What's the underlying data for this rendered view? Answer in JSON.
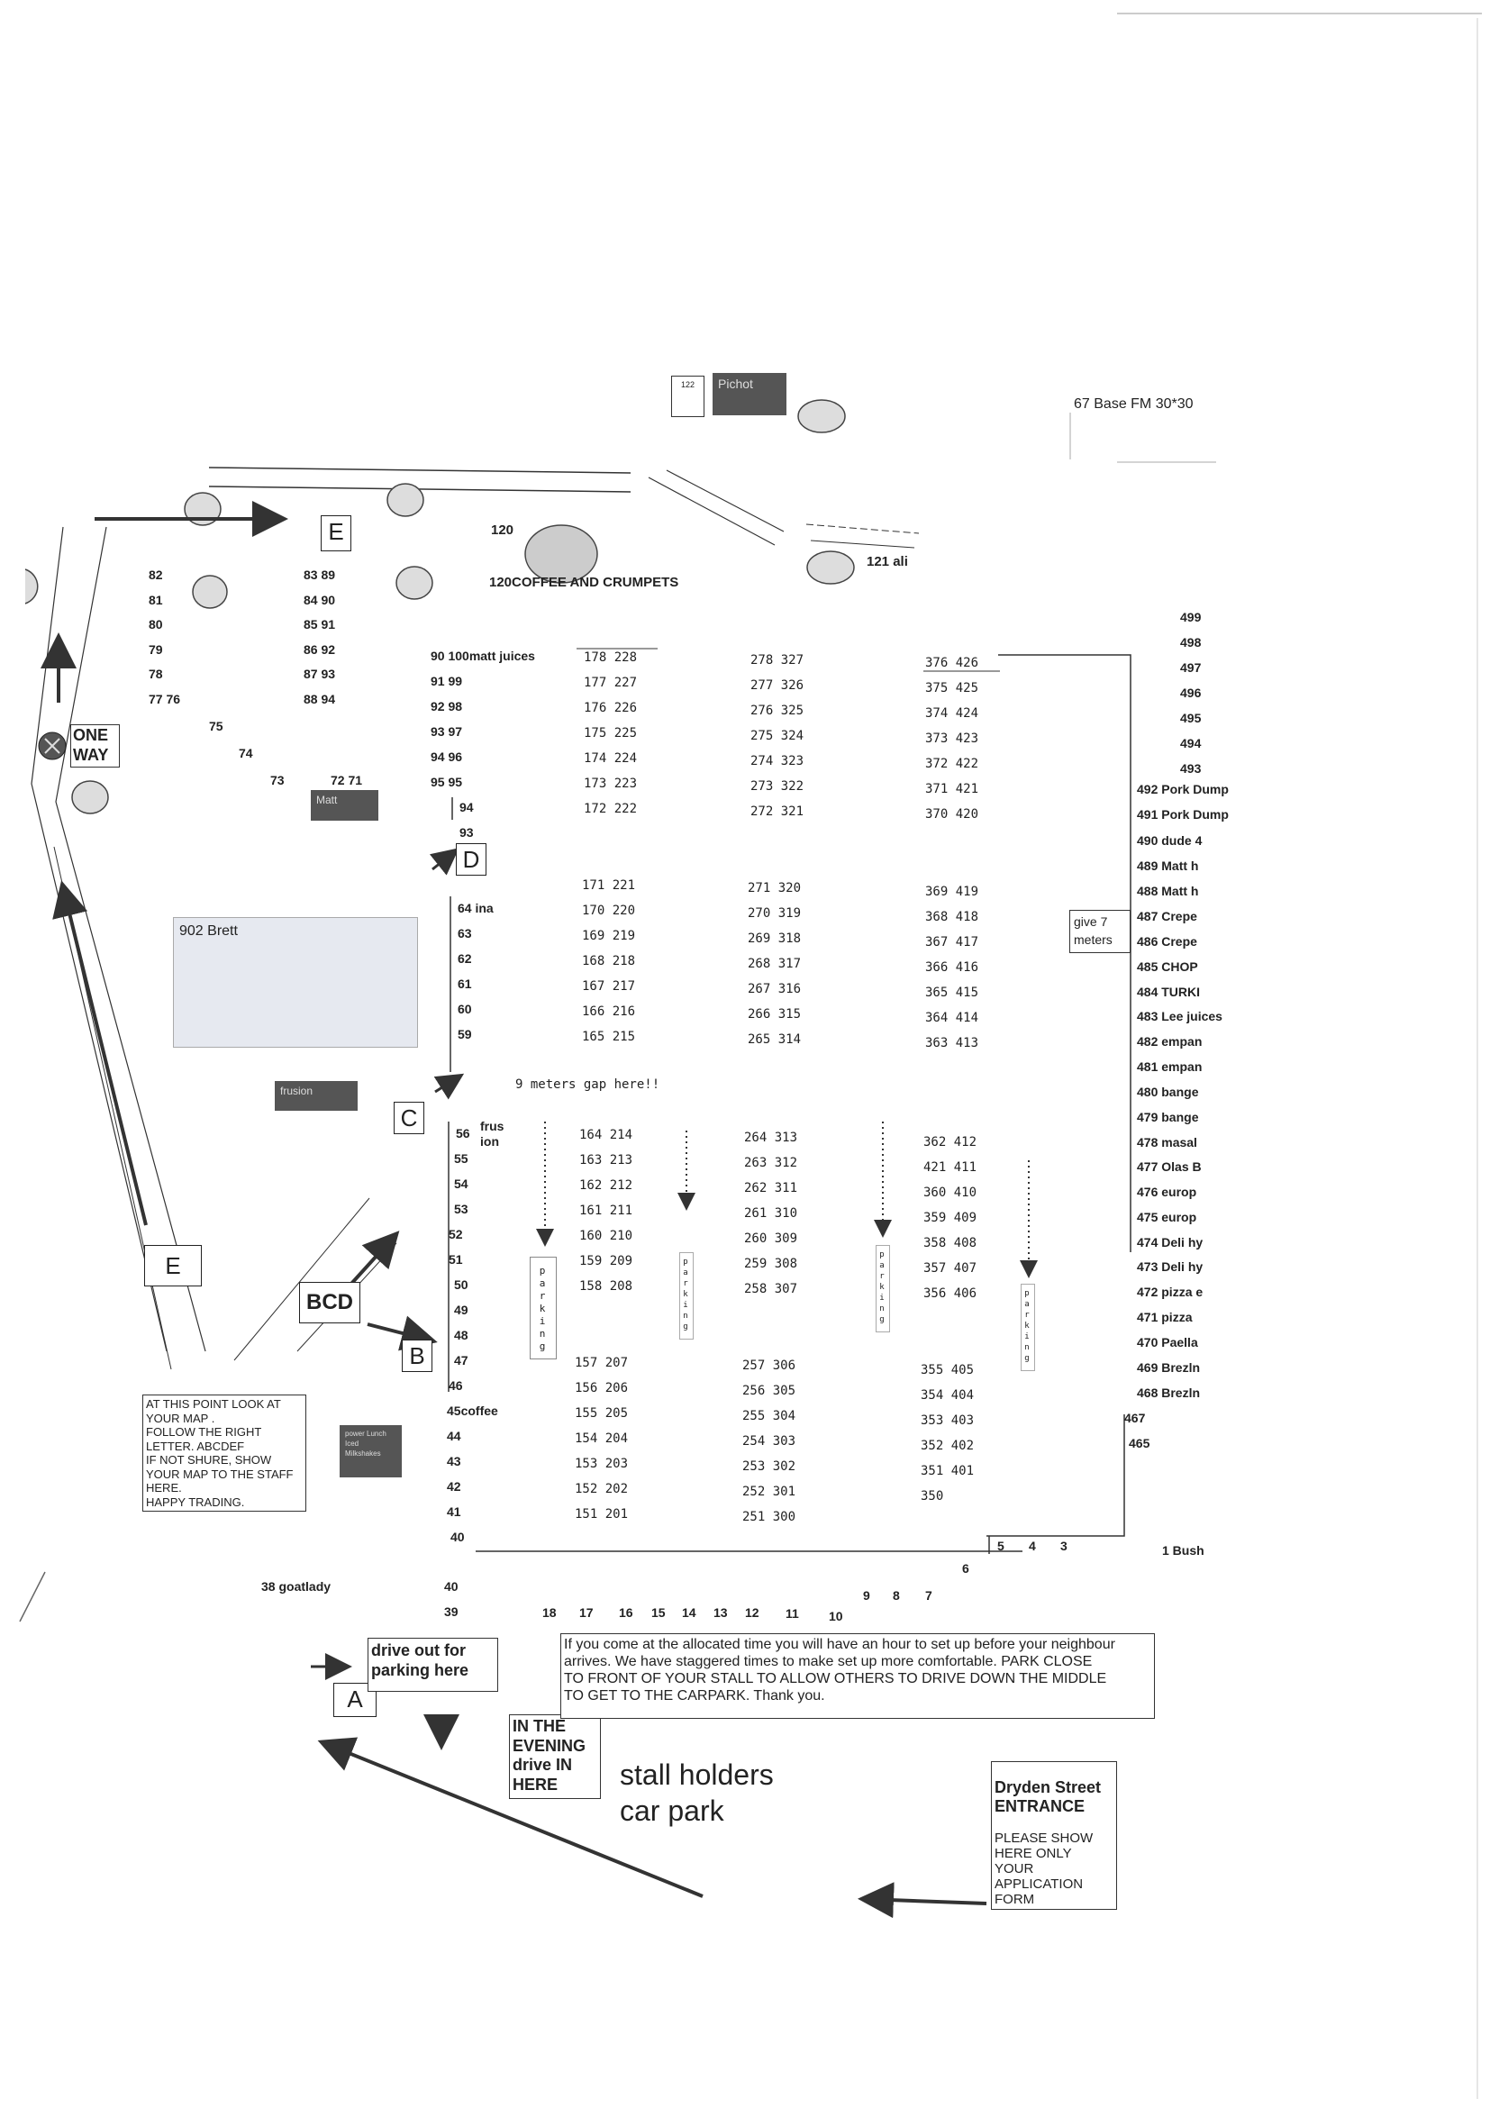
{
  "top_stalls": {
    "stall_122": "122",
    "pichot": "Pichot",
    "base_fm": "67 Base FM 30*30",
    "stall_120": "120",
    "coffee_crumpets": "120COFFEE AND CRUMPETS",
    "ali": "121 ali"
  },
  "letters": {
    "e_top": "E",
    "d": "D",
    "c": "C",
    "b": "B",
    "a": "A",
    "e_bottom": "E",
    "bcd": "BCD"
  },
  "labels": {
    "one_way_line1": "ONE",
    "one_way_line2": "WAY",
    "brett": "902 Brett",
    "matt_box": "Matt",
    "frusion_box": "frusion",
    "power_lunch": "power Lunch\nIced\nMilkshakes",
    "gap_note": "9 meters gap here!!",
    "give7": "give 7\nmeters",
    "goatlady": "38  goatlady",
    "bush": "1 Bush",
    "parking_vertical": "parking"
  },
  "notes": {
    "look_at_map": "AT THIS POINT LOOK AT\nYOUR MAP .\nFOLLOW THE RIGHT\nLETTER. ABCDEF\nIF NOT SHURE, SHOW\nYOUR MAP TO THE STAFF\nHERE.\nHAPPY TRADING.",
    "drive_out": "drive out for\nparking here",
    "evening": "IN THE\nEVENING\ndrive IN\nHERE",
    "car_park": "stall holders\ncar park",
    "allocated_time": "If you come at the allocated time you will have an hour to set up before your neighbour\narrives. We have staggered times to make set up more comfortable. PARK CLOSE\nTO FRONT OF YOUR STALL TO ALLOW OTHERS TO DRIVE DOWN THE MIDDLE\nTO GET TO THE CARPARK. Thank you.",
    "dryden_title": "Dryden Street\nENTRANCE",
    "dryden_body": "PLEASE SHOW\nHERE ONLY\nYOUR\nAPPLICATION\nFORM"
  },
  "left_column": [
    [
      "82",
      "83  89"
    ],
    [
      "81",
      "84  90"
    ],
    [
      "80",
      "85  91"
    ],
    [
      "79",
      "86  92"
    ],
    [
      "78",
      "87  93"
    ],
    [
      "77  76",
      "88  94"
    ]
  ],
  "diagonal_stalls": [
    "75",
    "74",
    "73",
    "72  71"
  ],
  "column_a": [
    "90  100matt juices",
    "91  99",
    "92  98",
    "93  97",
    "94  96",
    "95    95",
    "94",
    "93",
    "64   ina",
    "63",
    "62",
    "61",
    "60",
    "59",
    "56",
    "55",
    "54",
    "53",
    "52",
    "51",
    "50",
    "49",
    "48",
    "47",
    "46",
    "45coffee",
    "44",
    "43",
    "42",
    "41",
    "40",
    "40",
    "39"
  ],
  "fusion_label": "frus\nion",
  "col_b_top": [
    "178  228",
    "177  227",
    "176  226",
    "175  225",
    "174  224",
    "173  223",
    "172  222"
  ],
  "col_b_mid": [
    "171  221",
    "170  220",
    "169  219",
    "168  218",
    "167  217",
    "166  216",
    "165  215"
  ],
  "col_b_low": [
    "164  214",
    "163  213",
    "162  212",
    "161  211",
    "160  210",
    "159  209",
    "158  208"
  ],
  "col_b_bot": [
    "157  207",
    "156  206",
    "155  205",
    "154  204",
    "153  203",
    "152  202",
    "151  201"
  ],
  "col_c_top": [
    "278  327",
    "277  326",
    "276  325",
    "275  324",
    "274  323",
    "273  322",
    "272  321"
  ],
  "col_c_mid": [
    "271  320",
    "270  319",
    "269  318",
    "268  317",
    "267  316",
    "266  315",
    "265  314"
  ],
  "col_c_low": [
    "264  313",
    "263  312",
    "262  311",
    "261  310",
    "260  309",
    "259 308",
    "258  307"
  ],
  "col_c_bot": [
    "257  306",
    "256  305",
    "255  304",
    "254  303",
    "253  302",
    "252  301",
    "251  300"
  ],
  "col_d_top": [
    "376  426",
    "375  425",
    "374  424",
    "373  423",
    "372  422",
    "371  421",
    "370  420"
  ],
  "col_d_mid": [
    "369  419",
    "368  418",
    "367  417",
    "366  416",
    "365  415",
    "364  414",
    "363  413"
  ],
  "col_d_low": [
    "362  412",
    "421  411",
    "360  410",
    "359  409",
    "358  408",
    "357  407",
    "356  406"
  ],
  "col_d_bot": [
    "355  405",
    "354  404",
    "353  403",
    "352  402",
    "351  401",
    "350"
  ],
  "right_column": [
    "499",
    "498",
    "497",
    "496",
    "495",
    "494",
    "493"
  ],
  "right_named": [
    "492  Pork Dump",
    "491  Pork Dump",
    "490  dude 4",
    "489  Matt h",
    "488  Matt h",
    "487  Crepe",
    "486  Crepe",
    "485  CHOP",
    "484  TURKI",
    "483  Lee juices",
    "482  empan",
    "481  empan",
    "480  bange",
    "479  bange",
    "478  masal",
    "477  Olas B",
    "476  europ",
    "475  europ",
    "474  Deli hy",
    "473  Deli hy",
    "472  pizza e",
    "471  pizza",
    "470  Paella",
    "469  Brezln",
    "468  Brezln",
    "467",
    "465"
  ],
  "bottom_row": [
    "18",
    "17",
    "16",
    "15",
    "14",
    "13",
    "12",
    "11",
    "10",
    "9",
    "8",
    "7",
    "6",
    "5",
    "4",
    "3"
  ]
}
